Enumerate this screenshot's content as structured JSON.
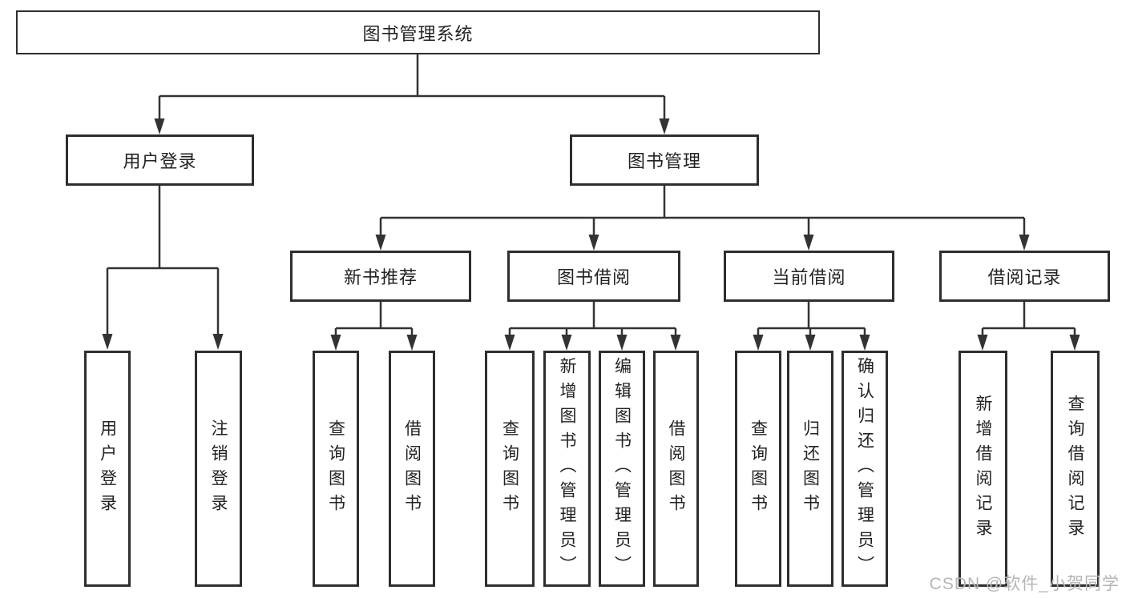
{
  "diagram": {
    "root": {
      "label": "图书管理系统"
    },
    "level1": {
      "user_login_group": {
        "label": "用户登录"
      },
      "book_mgmt_group": {
        "label": "图书管理"
      }
    },
    "level2": {
      "new_book_rec": {
        "label": "新书推荐"
      },
      "book_borrow": {
        "label": "图书借阅"
      },
      "current_borrow": {
        "label": "当前借阅"
      },
      "borrow_record": {
        "label": "借阅记录"
      }
    },
    "leaves": {
      "user_login": {
        "label": "用户登录"
      },
      "logout": {
        "label": "注销登录"
      },
      "rec_query_book": {
        "label": "查询图书"
      },
      "rec_borrow_book": {
        "label": "借阅图书"
      },
      "bor_query_book": {
        "label": "查询图书"
      },
      "bor_add_book": {
        "label": "新增图书（管理员）"
      },
      "bor_edit_book": {
        "label": "编辑图书（管理员）"
      },
      "bor_borrow_book": {
        "label": "借阅图书"
      },
      "cur_query_book": {
        "label": "查询图书"
      },
      "cur_return_book": {
        "label": "归还图书"
      },
      "cur_confirm_return": {
        "label": "确认归还（管理员）"
      },
      "log_add_record": {
        "label": "新增借阅记录"
      },
      "log_query_record": {
        "label": "查询借阅记录"
      }
    }
  },
  "watermark": {
    "text": "CSDN @软件_小贺同学"
  },
  "colors": {
    "line": "#333333",
    "text": "#222222",
    "watermark": "#b5b5b5",
    "background": "#ffffff"
  }
}
